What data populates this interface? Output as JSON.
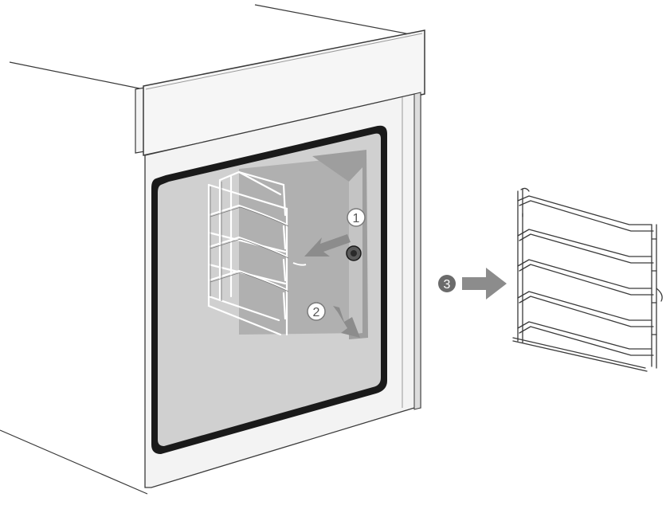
{
  "diagram": {
    "steps": [
      {
        "number": "1",
        "style": "outline",
        "arrow": "gray-arrow-left"
      },
      {
        "number": "2",
        "style": "outline",
        "arrow": "gray-arrow-down-right"
      },
      {
        "number": "3",
        "style": "filled",
        "arrow": "dark-arrow-right"
      }
    ],
    "colors": {
      "line": "#3a3a3a",
      "glass": "#cfcfcf",
      "cavity": "#a9a9a9",
      "frame": "#f2f2f2",
      "arrow": "#8c8c8c",
      "arrow_dark": "#6b6b6b",
      "gasket": "#1a1a1a"
    }
  }
}
